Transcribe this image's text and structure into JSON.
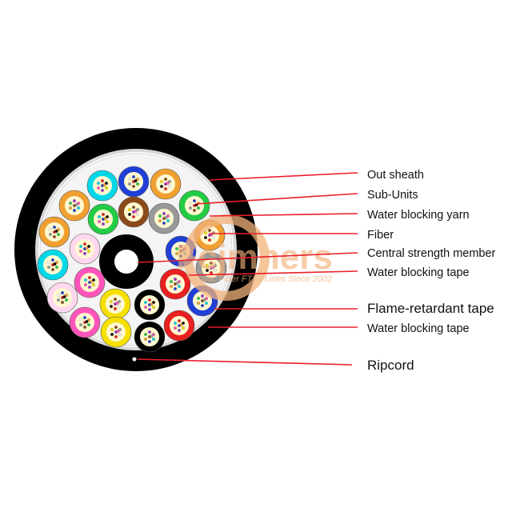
{
  "diagram": {
    "labels": {
      "out_sheath": "Out sheath",
      "sub_units": "Sub-Units",
      "water_blocking_yarn": "Water blocking yarn",
      "fiber": "Fiber",
      "central_strength_member": "Central strength member",
      "water_blocking_tape_1": "Water blocking tape",
      "flame_retardant_tape": "Flame-retardant tape",
      "water_blocking_tape_2": "Water blocking tape",
      "ripcord": "Ripcord"
    },
    "watermark": {
      "brand": "Fcjmners",
      "tagline": "Optic Fiber FTTx Lines Since 2002"
    },
    "colors": {
      "sheath": "#000000",
      "leader_line": "#e8202a",
      "watermark": "#f2b27a",
      "subunit_palette": [
        "#1f3fd6",
        "#f0a030",
        "#22cc44",
        "#8a4a1a",
        "#999999",
        "#ffffff",
        "#e82020",
        "#000000",
        "#f5e000",
        "#9933cc",
        "#ff55bb",
        "#00d8e8"
      ]
    }
  }
}
